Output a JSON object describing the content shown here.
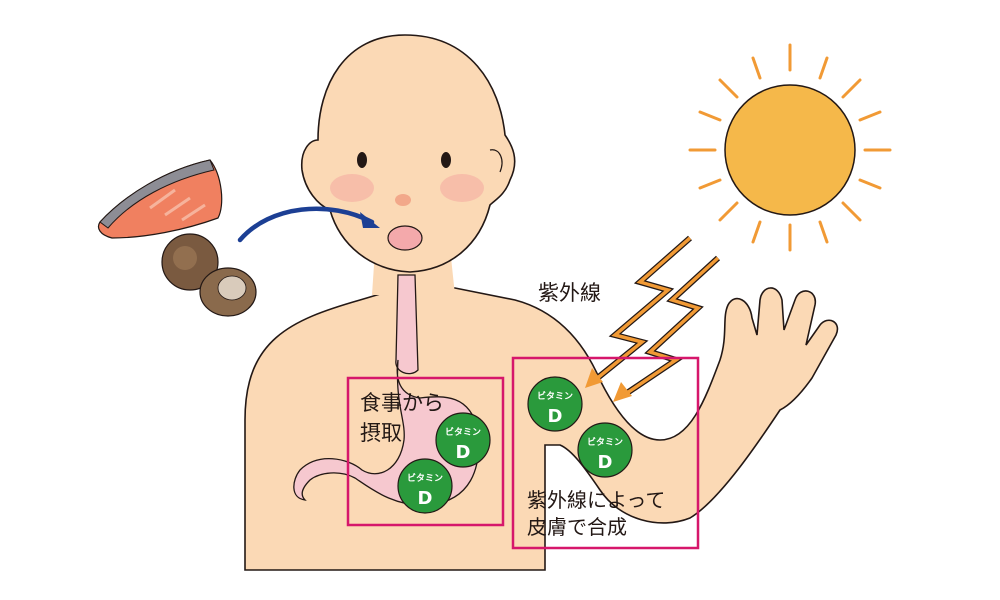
{
  "labels": {
    "uv": "紫外線",
    "food_line1": "食事から",
    "food_line2": "摂取",
    "skin_line1": "紫外線によって",
    "skin_line2": "皮膚で合成"
  },
  "vitamin_badge": {
    "top": "ビタミン",
    "bottom": "D"
  },
  "colors": {
    "skin": "#fbd9b5",
    "outline": "#231815",
    "stomach": "#f6c8cf",
    "box_border": "#d6176b",
    "vitamin_fill": "#2a9a3c",
    "sun": "#f5b84a",
    "sun_rays": "#f19a35",
    "uv_arrows": "#f19a35",
    "food_arrow": "#1c3f94",
    "cheek": "#f6b7a6",
    "mouth": "#f4a9ab",
    "salmon": "#f08060"
  }
}
